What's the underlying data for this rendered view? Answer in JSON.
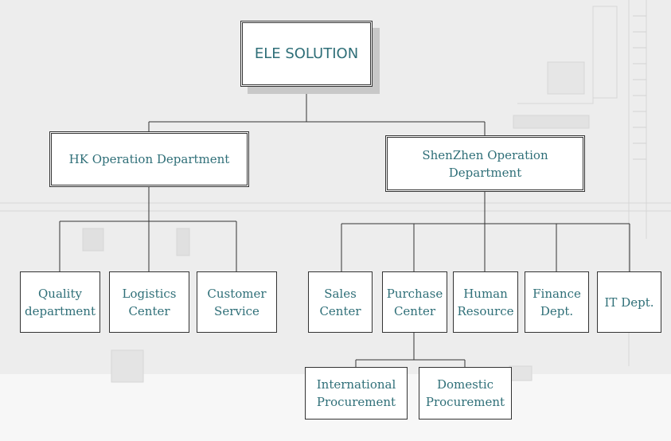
{
  "root": {
    "label": "ELE SOLUTION"
  },
  "departments": [
    {
      "label": "HK Operation Department",
      "children": [
        "Quality\ndepartment",
        "Logistics\nCenter",
        "Customer\nService"
      ]
    },
    {
      "label": "ShenZhen Operation\nDepartment",
      "children": [
        "Sales\nCenter",
        "Purchase\nCenter",
        "Human\nResource",
        "Finance\nDept.",
        "IT Dept."
      ]
    }
  ],
  "purchase_sub": [
    "International\nProcurement",
    "Domestic\nProcurement"
  ],
  "colors": {
    "text": "#2f6f78",
    "line": "#333333",
    "background": "#ededed"
  }
}
